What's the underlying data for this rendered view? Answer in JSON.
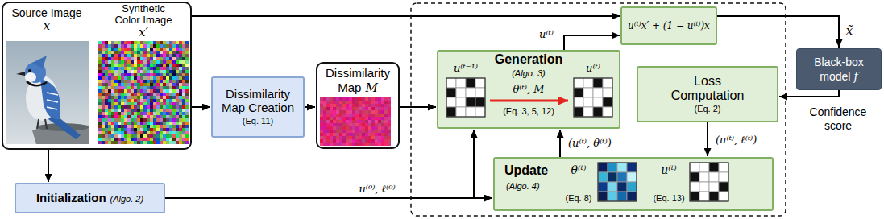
{
  "diagram": {
    "nodes": [
      {
        "text": [
          "Source Image",
          "x",
          "Synthetic Color Image",
          "x′"
        ]
      },
      {
        "text": [
          "Dissimilarity Map Creation",
          "(Eq. 11)"
        ]
      },
      {
        "text": [
          "Dissimilarity Map",
          "M"
        ]
      },
      {
        "text": [
          "Generation",
          "(Algo. 3)",
          "u⁽ᵗ⁻¹⁾",
          "u⁽ᵗ⁾",
          "θ⁽ᵗ⁾, M",
          "(Eq. 3, 5, 12)"
        ]
      },
      {
        "text": [
          "u⁽ᵗ⁾x′ + (1 − u⁽ᵗ⁾)x"
        ]
      },
      {
        "text": [
          "Loss Computation",
          "(Eq. 2)"
        ]
      },
      {
        "text": [
          "Black-box model",
          "f"
        ]
      },
      {
        "text": [
          "Update",
          "(Algo. 4)",
          "θ⁽ᵗ⁾",
          "(Eq. 8)",
          "u⁽ᵗ⁾",
          "(Eq. 13)"
        ]
      },
      {
        "text": [
          "Initialization",
          "(Algo. 2)"
        ]
      }
    ],
    "edges": [
      {
        "from": 0,
        "to": 1,
        "arrow": "to"
      },
      {
        "from": 1,
        "to": 2,
        "arrow": "to"
      },
      {
        "from": 2,
        "to": 3,
        "arrow": "to"
      },
      {
        "from": 0,
        "to": 4,
        "arrow": "to"
      },
      {
        "from": 3,
        "to": 4,
        "label": "u⁽ᵗ⁾",
        "arrow": "to"
      },
      {
        "from": 4,
        "to": 6,
        "label": "x̃",
        "arrow": "to"
      },
      {
        "from": 6,
        "to": 5,
        "label": "Confidence score",
        "arrow": "to"
      },
      {
        "from": 5,
        "to": 7,
        "label": "(u⁽ᵗ⁾, ℓ⁽ᵗ⁾)",
        "arrow": "to"
      },
      {
        "from": 7,
        "to": 3,
        "label": "(u⁽ᵗ⁾, θ⁽ᵗ⁾)",
        "arrow": "to"
      },
      {
        "from": 0,
        "to": 8,
        "arrow": "to"
      },
      {
        "from": 8,
        "to": 7,
        "label": "u⁽⁰⁾, ℓ⁽⁰⁾",
        "arrow": "to"
      },
      {
        "from": 8,
        "to": 3,
        "arrow": "to"
      }
    ]
  }
}
